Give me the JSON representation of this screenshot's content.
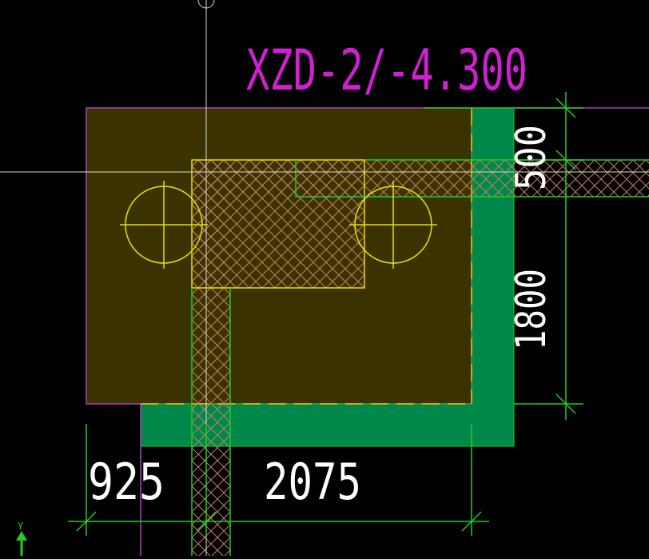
{
  "drawing": {
    "title": "XZD-2/-4.300",
    "dim_bottom_left": "925",
    "dim_bottom_right": "2075",
    "dim_right_top": "500",
    "dim_right_mid": "1800",
    "ucs_axis": "Y"
  },
  "colors": {
    "background": "#000000",
    "cap_fill": "#3a3300",
    "cap_edge": "#b040c0",
    "green_strip": "#00884a",
    "dim_line": "#22cc22",
    "text_dim": "#ffffff",
    "title": "#d020d0",
    "pile": "#e8e000",
    "hatch": "#c88060",
    "crosshair": "#d8d8d8"
  }
}
